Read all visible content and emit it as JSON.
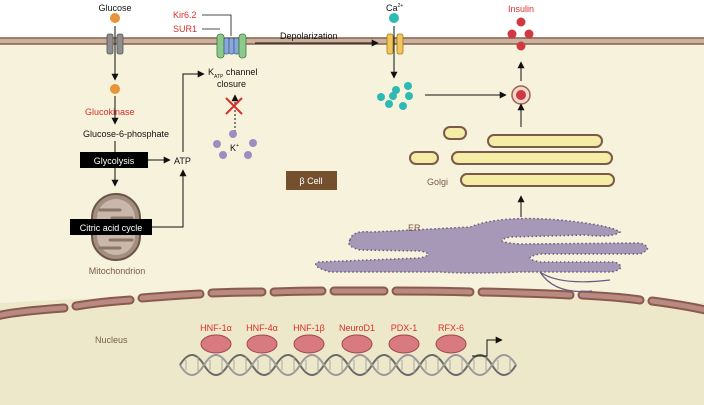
{
  "labels": {
    "glucose": "Glucose",
    "glucokinase": "Glucokinase",
    "glucose6p": "Glucose-6-phosphate",
    "glycolysis": "Glycolysis",
    "atp": "ATP",
    "citric": "Citric acid cycle",
    "mitochondrion": "Mitochondrion",
    "kir62": "Kir6.2",
    "sur1": "SUR1",
    "katp_k": "K",
    "katp_sub": "ATP",
    "katp_rest": " channel",
    "closure": "closure",
    "k_ion": "K",
    "k_sup": "+",
    "depolarization": "Depolarization",
    "ca": "Ca",
    "ca_sup": "2+",
    "insulin": "Insulin",
    "beta_cell": "β Cell",
    "golgi": "Golgi",
    "er": "ER",
    "nucleus": "Nucleus"
  },
  "transcription_factors": [
    "HNF-1α",
    "HNF-4α",
    "HNF-1β",
    "NeuroD1",
    "PDX-1",
    "RFX-6"
  ],
  "colors": {
    "red_label": "#d9302c",
    "cytoplasm": "#f7f2dc",
    "membrane": "#9a6a5a",
    "nucleus": "#eee8cb",
    "mito": "#8a7566",
    "golgi": "#f5eda5",
    "er": "#a698b6",
    "glucose_dot": "#e8943a",
    "ca_dot": "#2fb9b4",
    "k_dot": "#9b8fc2",
    "insulin_dot": "#cf3a42",
    "tf_oval": "#d87a80",
    "beta_box": "#74502f"
  }
}
